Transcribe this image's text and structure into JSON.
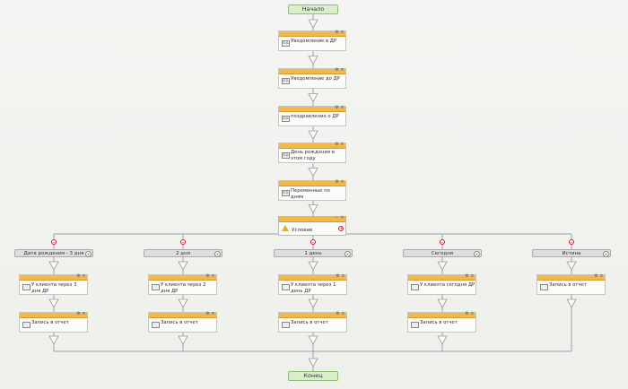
{
  "start_label": "Начало",
  "end_label": "Конец",
  "main_blocks": [
    {
      "label": "Уведомление в ДР",
      "icon": "sql-icon"
    },
    {
      "label": "Уведомление до ДР",
      "icon": "sql-icon"
    },
    {
      "label": "поздравление о ДР",
      "icon": "sql-icon"
    },
    {
      "label": "День рождения в этом году",
      "icon": "sql-icon"
    },
    {
      "label": "Переменные по дням",
      "icon": "sql-icon"
    }
  ],
  "condition": {
    "label": "Условие",
    "icon": "warning-icon"
  },
  "branches": [
    {
      "pill": "Дата рождения - 3 дня",
      "action": "У клиента через 3 дня ДР",
      "report": "Запись в отчет"
    },
    {
      "pill": "2 дня",
      "action": "У клиента через 2 дня ДР",
      "report": "Запись в отчет"
    },
    {
      "pill": "1 день",
      "action": "У клиента через 1 день ДР",
      "report": "Запись в отчет"
    },
    {
      "pill": "Сегодня",
      "action": "У клиента сегодня ДР",
      "report": "Запись в отчет"
    },
    {
      "pill": "Истина",
      "action": null,
      "report": "Запись в отчет"
    }
  ],
  "colors": {
    "header": "#f1b84c",
    "terminal": "#dbeeca",
    "wire": "#9aa0b0",
    "accent_remove": "#cc2233"
  }
}
